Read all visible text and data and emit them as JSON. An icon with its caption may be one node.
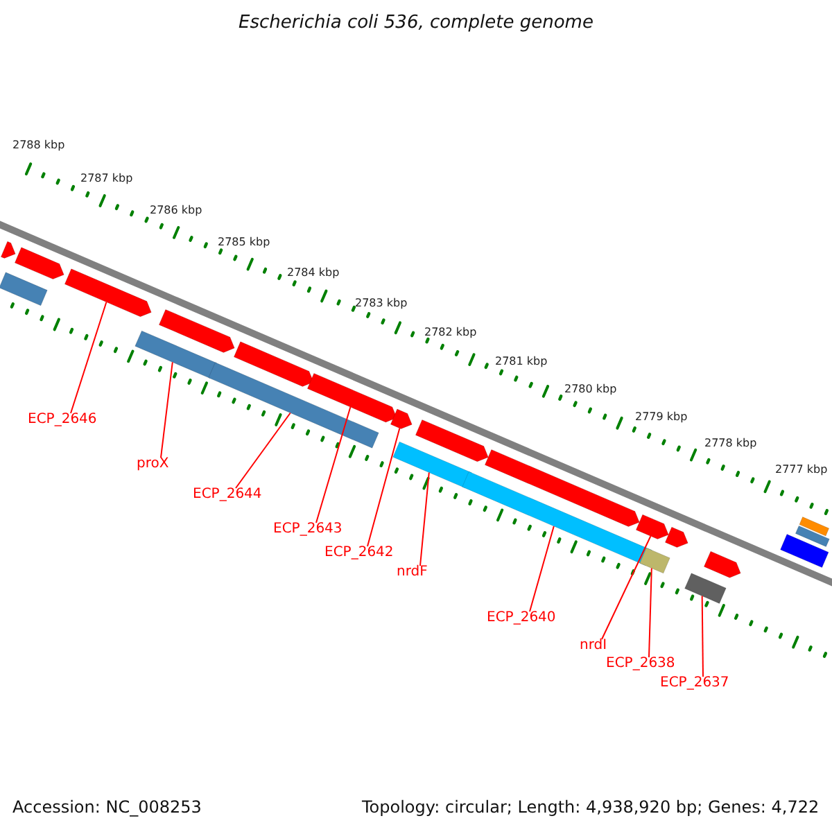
{
  "diagram": {
    "title": "Escherichia coli 536, complete genome",
    "nodes": [
      {
        "text": [
          "ECP_2646"
        ]
      },
      {
        "text": [
          "proX"
        ]
      },
      {
        "text": [
          "ECP_2644"
        ]
      },
      {
        "text": [
          "ECP_2643"
        ]
      },
      {
        "text": [
          "ECP_2642"
        ]
      },
      {
        "text": [
          "nrdF"
        ]
      },
      {
        "text": [
          "ECP_2640"
        ]
      },
      {
        "text": [
          "nrdI"
        ]
      },
      {
        "text": [
          "ECP_2638"
        ]
      },
      {
        "text": [
          "ECP_2637"
        ]
      },
      {
        "text": [],
        "shape": "bar"
      },
      {
        "text": [],
        "shape": "bar"
      },
      {
        "text": [],
        "shape": "bar"
      },
      {
        "text": [],
        "shape": "bar"
      },
      {
        "text": [],
        "shape": "bar"
      },
      {
        "text": [],
        "shape": "bar"
      },
      {
        "text": [],
        "shape": "bar"
      },
      {
        "text": [],
        "shape": "bar"
      },
      {
        "text": [],
        "shape": "bar"
      },
      {
        "text": [],
        "shape": "bar"
      },
      {
        "text": [],
        "shape": "bar"
      },
      {
        "text": [],
        "shape": "bar"
      },
      {
        "text": [],
        "shape": "bar"
      },
      {
        "text": [],
        "shape": "bar"
      },
      {
        "text": [],
        "shape": "bar"
      },
      {
        "text": [],
        "shape": "bar"
      },
      {
        "text": [],
        "shape": "bar"
      },
      {
        "text": [],
        "shape": "bar"
      },
      {
        "text": [],
        "shape": "bar"
      },
      {
        "text": [],
        "shape": "bar"
      },
      {
        "text": [],
        "shape": "bar"
      },
      {
        "text": [],
        "shape": "bar"
      }
    ],
    "edges": [
      {
        "from": 0,
        "to": 13,
        "arrow": "none"
      },
      {
        "from": 1,
        "to": 14,
        "arrow": "none"
      },
      {
        "from": 2,
        "to": 16,
        "arrow": "none"
      },
      {
        "from": 3,
        "to": 18,
        "arrow": "none"
      },
      {
        "from": 4,
        "to": 19,
        "arrow": "none"
      },
      {
        "from": 5,
        "to": 20,
        "arrow": "none"
      },
      {
        "from": 6,
        "to": 22,
        "arrow": "none"
      },
      {
        "from": 7,
        "to": 24,
        "arrow": "none"
      },
      {
        "from": 8,
        "to": 25,
        "arrow": "none"
      },
      {
        "from": 9,
        "to": 28,
        "arrow": "none"
      }
    ],
    "labels": [
      "2788 kbp",
      "2787 kbp",
      "2786 kbp",
      "2785 kbp",
      "2784 kbp",
      "2783 kbp",
      "2782 kbp",
      "2781 kbp",
      "2780 kbp",
      "2779 kbp",
      "2778 kbp",
      "2777 kbp",
      "Accession: NC_008253",
      "Topology: circular; Length: 4,938,920 bp; Genes: 4,722"
    ]
  }
}
